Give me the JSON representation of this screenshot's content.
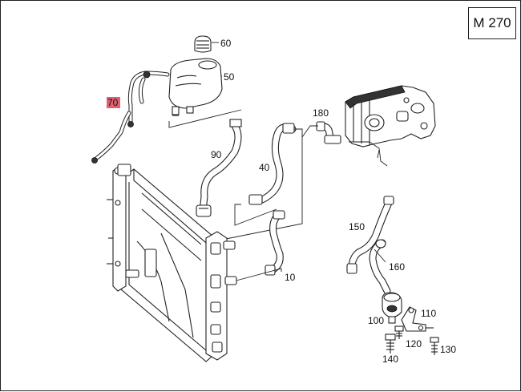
{
  "diagram": {
    "title": "M 270",
    "highlight_color": "#e06070",
    "labels": {
      "p60": "60",
      "p50": "50",
      "p70": "70",
      "p180": "180",
      "p90": "90",
      "p40": "40",
      "p150": "150",
      "p160": "160",
      "p10": "10",
      "p110": "110",
      "p100": "100",
      "p120": "120",
      "p130": "130",
      "p140": "140"
    }
  }
}
